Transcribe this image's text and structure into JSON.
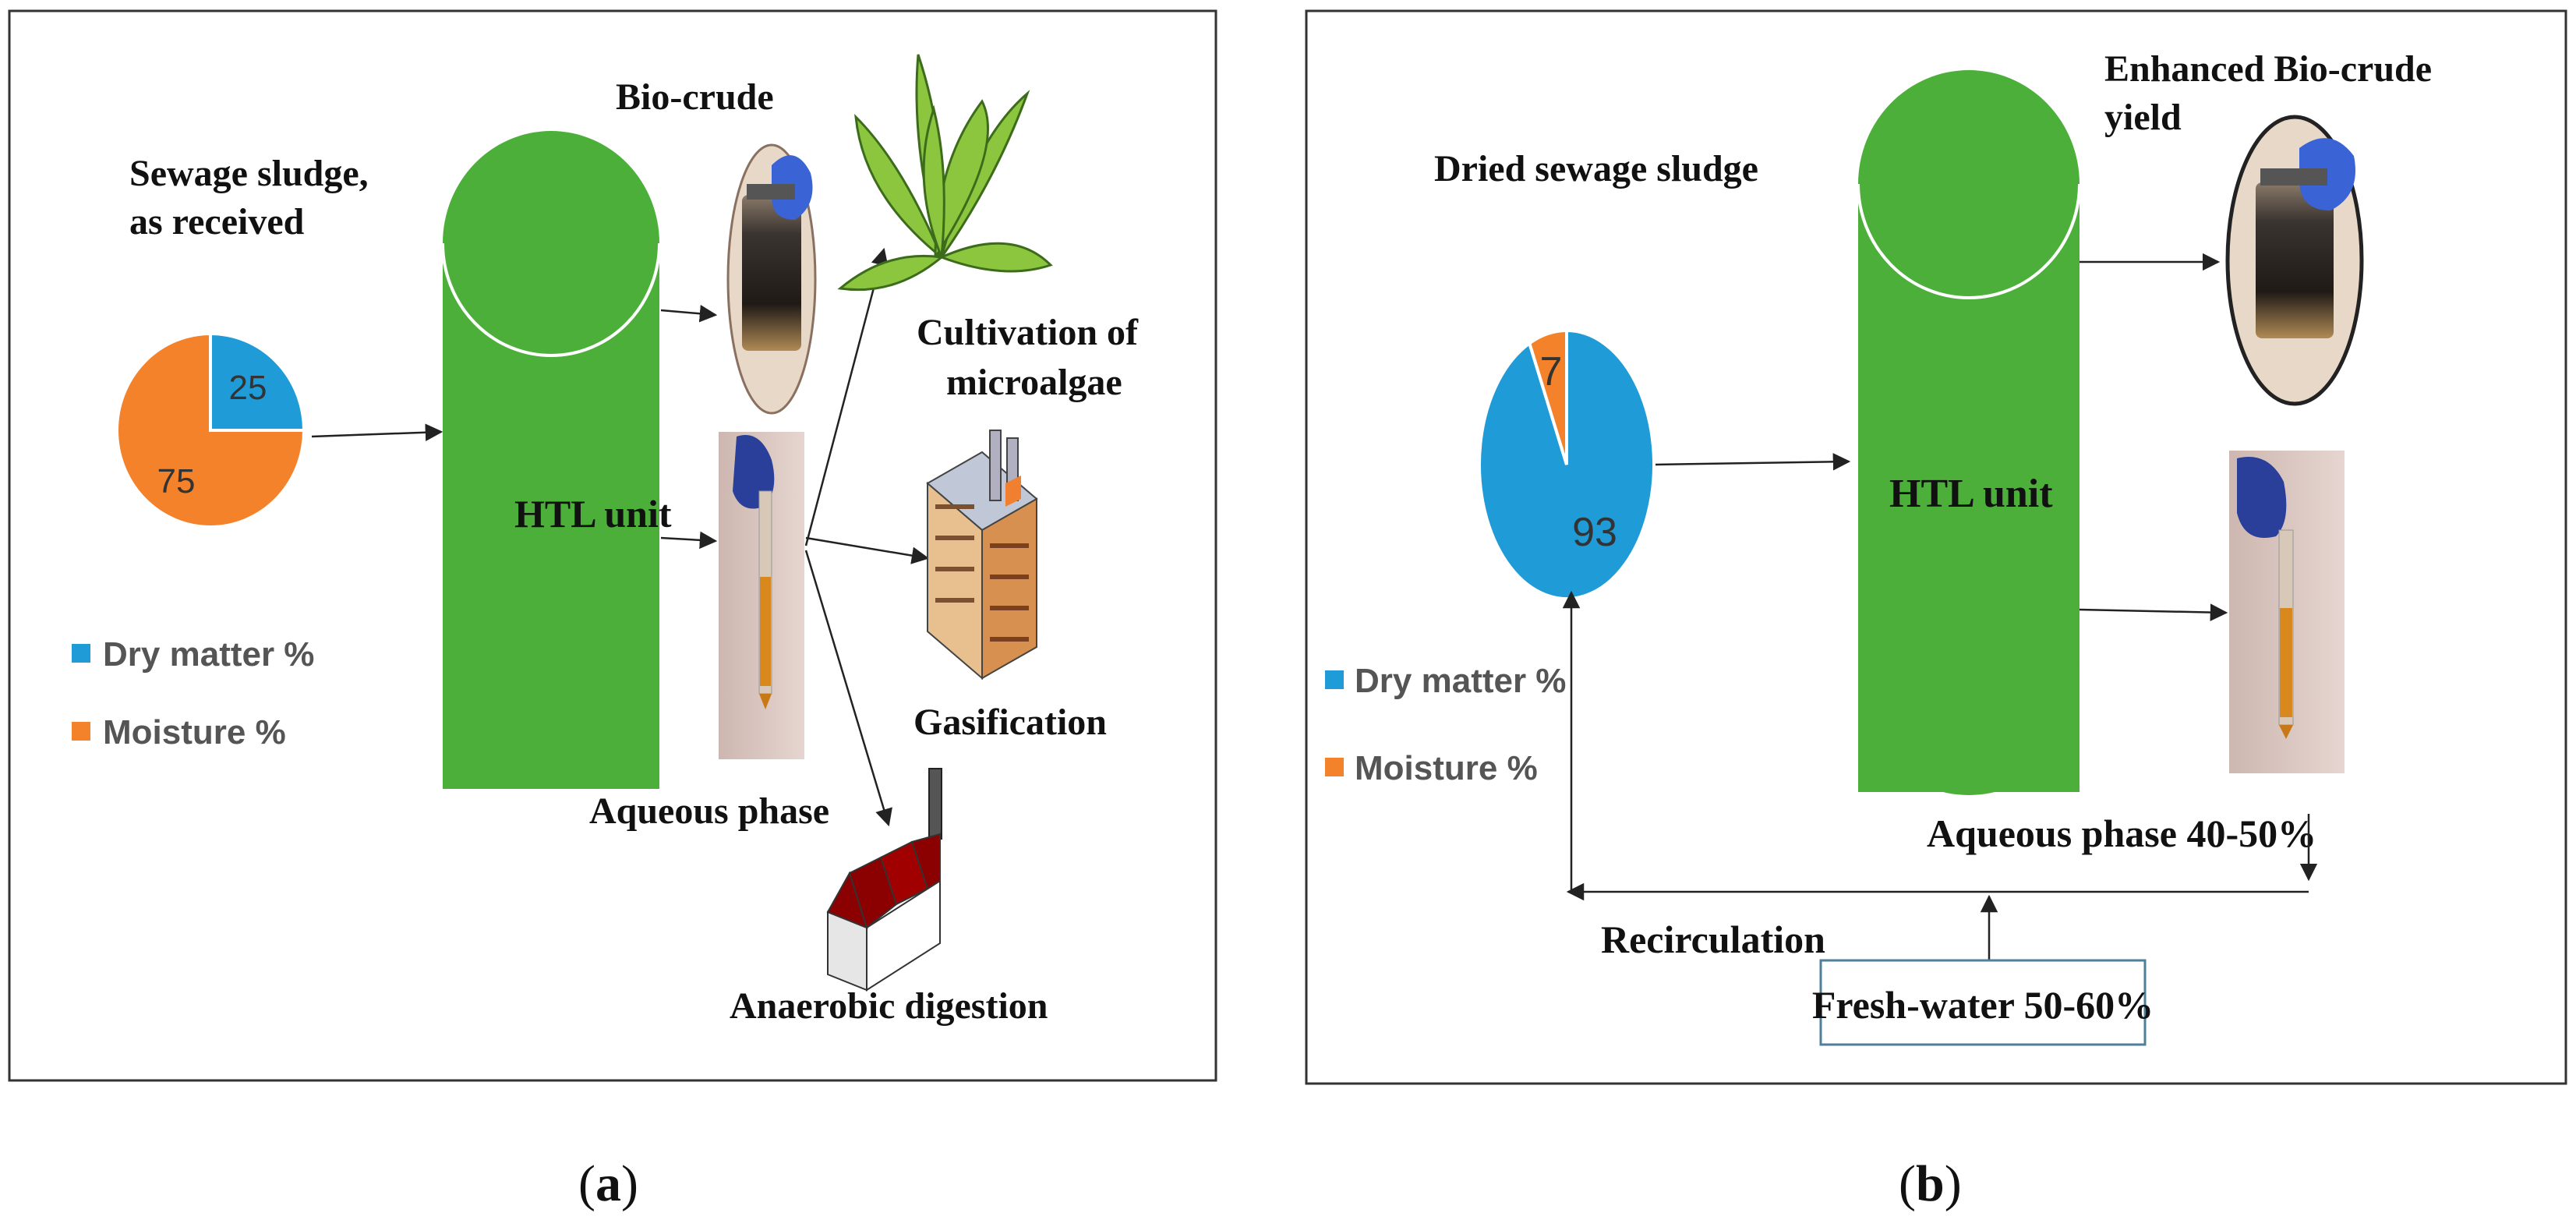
{
  "panel_a": {
    "caption_open": "(",
    "caption_letter": "a",
    "caption_close": ")",
    "input_label_line1": "Sewage sludge,",
    "input_label_line2": "as received",
    "reactor_label": "HTL unit",
    "biocrude_label": "Bio-crude",
    "aqueous_label": "Aqueous phase",
    "microalgae_label_line1": "Cultivation of",
    "microalgae_label_line2": "microalgae",
    "gasification_label": "Gasification",
    "anaerobic_label": "Anaerobic digestion",
    "legend": [
      {
        "label": "Dry matter %",
        "color": "#1f9bd7"
      },
      {
        "label": "Moisture %",
        "color": "#f4822a"
      }
    ],
    "pie": {
      "slices": [
        {
          "name": "Dry matter %",
          "value": 25,
          "label": "25",
          "color": "#1f9bd7"
        },
        {
          "name": "Moisture %",
          "value": 75,
          "label": "75",
          "color": "#f4822a"
        }
      ]
    }
  },
  "panel_b": {
    "caption_open": "(",
    "caption_letter": "b",
    "caption_close": ")",
    "input_label": "Dried sewage sludge",
    "reactor_label": "HTL unit",
    "biocrude_label_line1": "Enhanced Bio-crude",
    "biocrude_label_line2": "yield",
    "aqueous_label": "Aqueous phase 40-50%",
    "recirculation_label": "Recirculation",
    "freshwater_label": "Fresh-water 50-60%",
    "legend": [
      {
        "label": "Dry matter %",
        "color": "#1f9bd7"
      },
      {
        "label": "Moisture %",
        "color": "#f4822a"
      }
    ],
    "pie": {
      "slices": [
        {
          "name": "Dry matter %",
          "value": 93,
          "label": "93",
          "color": "#1f9bd7"
        },
        {
          "name": "Moisture %",
          "value": 7,
          "label": "7",
          "color": "#f4822a"
        }
      ]
    }
  },
  "colors": {
    "reactor_green": "#4caf3a",
    "frame": "#333333",
    "arrow": "#222222",
    "freshwater_box_border": "#4f7f99"
  },
  "icons": [
    "biocrude-jar-photo",
    "aqueous-tube-photo",
    "microalgae-plant-icon",
    "gasification-factory-icon",
    "anaerobic-digester-icon"
  ]
}
